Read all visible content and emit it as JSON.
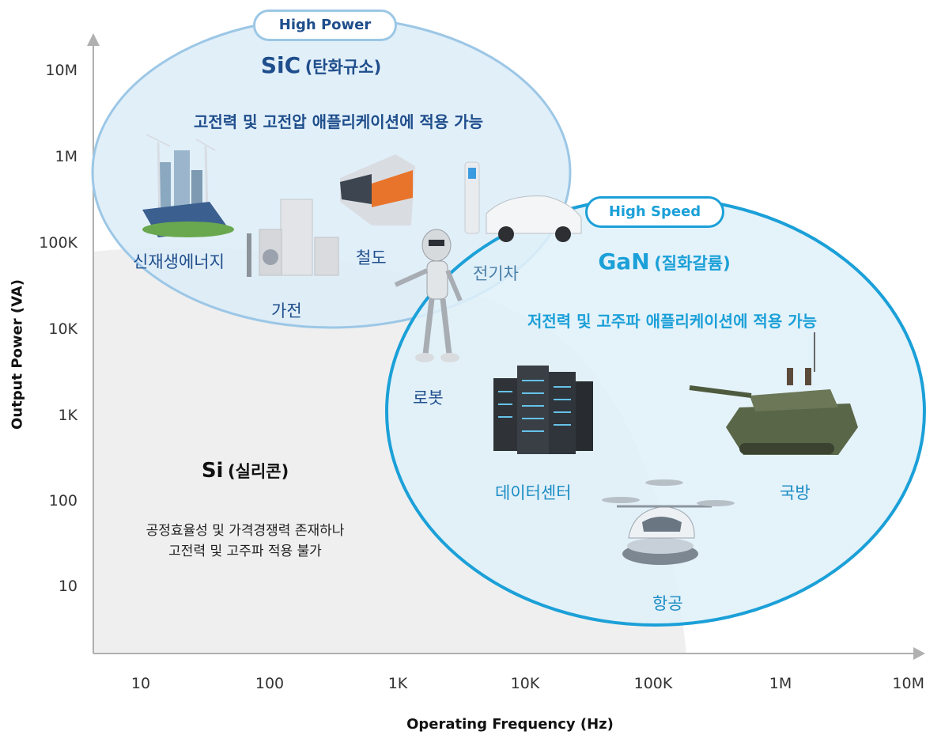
{
  "axes": {
    "x_title": "Operating Frequency (Hz)",
    "y_title": "Output Power  (VA)",
    "x_ticks": [
      "10",
      "100",
      "1K",
      "10K",
      "100K",
      "1M",
      "10M"
    ],
    "y_ticks": [
      "10M",
      "1M",
      "100K",
      "10K",
      "1K",
      "100",
      "10"
    ]
  },
  "sic": {
    "badge": "High Power",
    "title": "SiC",
    "title_kr": "(탄화규소)",
    "desc": "고전력 및 고전압 애플리케이션에 적용 가능",
    "apps": [
      "신재생에너지",
      "가전",
      "철도",
      "전기차"
    ],
    "color": "#1f4e8c",
    "fill": "#e3f0fa",
    "stroke": "#9cc7e6"
  },
  "gan": {
    "badge": "High Speed",
    "title": "GaN",
    "title_kr": "(질화갈륨)",
    "desc": "저전력 및 고주파 애플리케이션에 적용 가능",
    "apps": [
      "로봇",
      "데이터센터",
      "국방",
      "항공"
    ],
    "color": "#1ba0d8",
    "fill": "#e4f3fa",
    "stroke": "#1ba0d8"
  },
  "si": {
    "title": "Si",
    "title_kr": "(실리콘)",
    "desc_line1": "공정효율성 및 가격경쟁력 존재하나",
    "desc_line2": "고전력 및 고주파 적용 불가",
    "fill": "#efefef"
  },
  "illustrations": [
    "wind-solar-icon",
    "appliances-icon",
    "train-icon",
    "ev-charger-icon",
    "robot-icon",
    "server-rack-icon",
    "tank-icon",
    "drone-taxi-icon"
  ]
}
